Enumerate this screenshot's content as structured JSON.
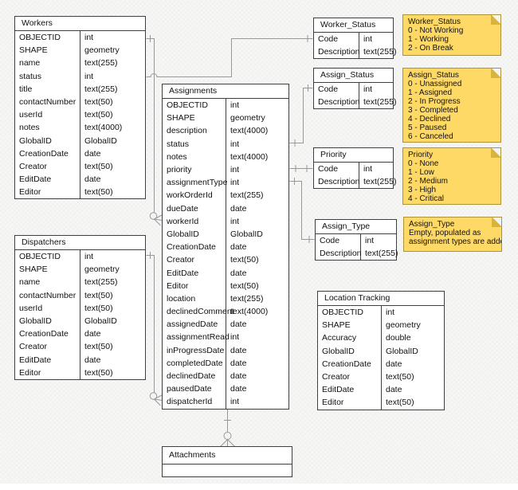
{
  "colors": {
    "bg": "#f4f4f3",
    "table_fill": "#ffffff",
    "table_border": "#3f3f3f",
    "connector": "#999999",
    "note_fill": "#ffd966",
    "note_border": "#ad9336",
    "note_fold": "#d9b33c",
    "text": "#111111"
  },
  "diagram": {
    "tables": {
      "workers": {
        "title": "Workers",
        "fields": [
          [
            "OBJECTID",
            "int"
          ],
          [
            "SHAPE",
            "geometry"
          ],
          [
            "name",
            "text(255)"
          ],
          [
            "status",
            "int"
          ],
          [
            "title",
            "text(255)"
          ],
          [
            "contactNumber",
            "text(50)"
          ],
          [
            "userId",
            "text(50)"
          ],
          [
            "notes",
            "text(4000)"
          ],
          [
            "GlobalID",
            "GlobalID"
          ],
          [
            "CreationDate",
            "date"
          ],
          [
            "Creator",
            "text(50)"
          ],
          [
            "EditDate",
            "date"
          ],
          [
            "Editor",
            "text(50)"
          ]
        ]
      },
      "dispatchers": {
        "title": "Dispatchers",
        "fields": [
          [
            "OBJECTID",
            "int"
          ],
          [
            "SHAPE",
            "geometry"
          ],
          [
            "name",
            "text(255)"
          ],
          [
            "contactNumber",
            "text(50)"
          ],
          [
            "userId",
            "text(50)"
          ],
          [
            "GlobalID",
            "GlobalID"
          ],
          [
            "CreationDate",
            "date"
          ],
          [
            "Creator",
            "text(50)"
          ],
          [
            "EditDate",
            "date"
          ],
          [
            "Editor",
            "text(50)"
          ]
        ]
      },
      "assignments": {
        "title": "Assignments",
        "fields": [
          [
            "OBJECTID",
            "int"
          ],
          [
            "SHAPE",
            "geometry"
          ],
          [
            "description",
            "text(4000)"
          ],
          [
            "status",
            "int"
          ],
          [
            "notes",
            "text(4000)"
          ],
          [
            "priority",
            "int"
          ],
          [
            "assignmentType",
            "int"
          ],
          [
            "workOrderId",
            "text(255)"
          ],
          [
            "dueDate",
            "date"
          ],
          [
            "workerId",
            "int"
          ],
          [
            "GlobalID",
            "GlobalID"
          ],
          [
            "CreationDate",
            "date"
          ],
          [
            "Creator",
            "text(50)"
          ],
          [
            "EditDate",
            "date"
          ],
          [
            "Editor",
            "text(50)"
          ],
          [
            "location",
            "text(255)"
          ],
          [
            "declinedComment",
            "text(4000)"
          ],
          [
            "assignedDate",
            "date"
          ],
          [
            "assignmentRead",
            "int"
          ],
          [
            "inProgressDate",
            "date"
          ],
          [
            "completedDate",
            "date"
          ],
          [
            "declinedDate",
            "date"
          ],
          [
            "pausedDate",
            "date"
          ],
          [
            "dispatcherId",
            "int"
          ]
        ]
      },
      "worker_status": {
        "title": "Worker_Status",
        "fields": [
          [
            "Code",
            "int"
          ],
          [
            "Description",
            "text(255)"
          ]
        ]
      },
      "assign_status": {
        "title": "Assign_Status",
        "fields": [
          [
            "Code",
            "int"
          ],
          [
            "Description",
            "text(255)"
          ]
        ]
      },
      "priority": {
        "title": "Priority",
        "fields": [
          [
            "Code",
            "int"
          ],
          [
            "Description",
            "text(255)"
          ]
        ]
      },
      "assign_type": {
        "title": "Assign_Type",
        "fields": [
          [
            "Code",
            "int"
          ],
          [
            "Description",
            "text(255)"
          ]
        ]
      },
      "location_tracking": {
        "title": "Location Tracking",
        "fields": [
          [
            "OBJECTID",
            "int"
          ],
          [
            "SHAPE",
            "geometry"
          ],
          [
            "Accuracy",
            "double"
          ],
          [
            "GlobalID",
            "GlobalID"
          ],
          [
            "CreationDate",
            "date"
          ],
          [
            "Creator",
            "text(50)"
          ],
          [
            "EditDate",
            "date"
          ],
          [
            "Editor",
            "text(50)"
          ]
        ]
      },
      "attachments": {
        "title": "Attachments",
        "fields": []
      }
    },
    "notes": {
      "worker_status": {
        "lines": [
          "Worker_Status",
          "0 - Not Working",
          "1 - Working",
          "2 - On Break"
        ]
      },
      "assign_status": {
        "lines": [
          "Assign_Status",
          "0 - Unassigned",
          "1 - Assigned",
          "2 - In Progress",
          "3 - Completed",
          "4 - Declined",
          "5 - Paused",
          "6 - Canceled"
        ]
      },
      "priority": {
        "lines": [
          "Priority",
          "0 - None",
          "1 - Low",
          "2 - Medium",
          "3 - High",
          "4 - Critical"
        ]
      },
      "assign_type": {
        "lines": [
          "Assign_Type",
          "Empty, populated as",
          "assignment types are added"
        ]
      }
    }
  }
}
